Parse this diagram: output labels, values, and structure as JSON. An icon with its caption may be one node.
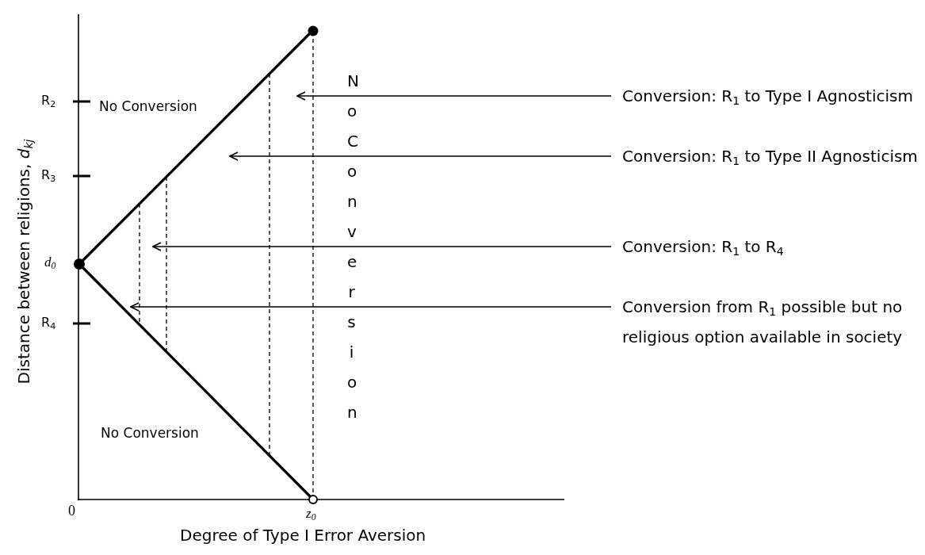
{
  "diagram": {
    "nodes": [
      {
        "text": [
          "Conversion: R$_{1}$ to Type I Agnosticism"
        ]
      },
      {
        "text": [
          "Conversion: R$_{1}$ to Type II Agnosticism"
        ]
      },
      {
        "text": [
          "Conversion: R$_{1}$ to R$_{4}$"
        ]
      },
      {
        "text": [
          "Conversion from R$_{1}$ possible but no religious option available in society"
        ]
      }
    ],
    "edges": [
      {
        "from": 0,
        "to": null,
        "arrow": "to"
      },
      {
        "from": 1,
        "to": null,
        "arrow": "to"
      },
      {
        "from": 2,
        "to": null,
        "arrow": "to"
      },
      {
        "from": 3,
        "to": null,
        "arrow": "to"
      }
    ],
    "labels": [
      "R$_{2}$",
      "No Conversion",
      "No Conversion",
      "R$_{3}$",
      "d$_{0}$",
      "R$_{4}$",
      "No Conversion",
      "0",
      "z$_{0}$",
      "Degree of Type I Error Aversion",
      "Distance between religions, *d*$_{kj}$"
    ]
  }
}
